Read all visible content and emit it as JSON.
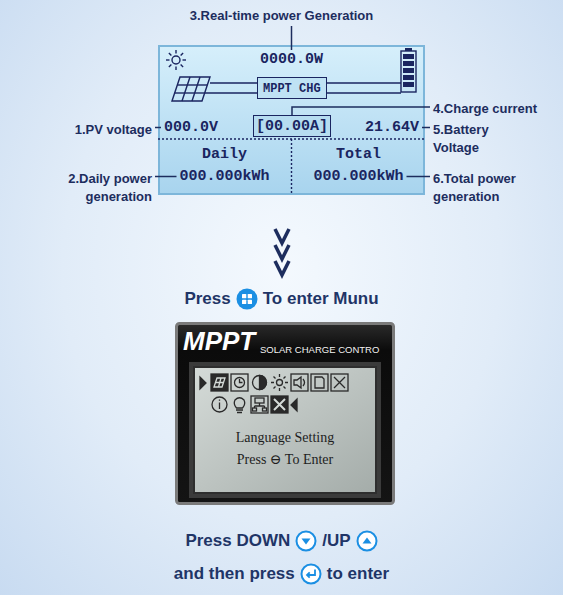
{
  "diagram": {
    "nodes": [
      {
        "text": [
          "0000.0W",
          "000.0V",
          "21.64V",
          "Daily",
          "Total",
          "000.000kWh",
          "000.000kWh"
        ]
      },
      {
        "text": [
          "MPPT CHG"
        ],
        "in": 0
      },
      {
        "text": [
          "[00.00A]"
        ],
        "in": 0
      },
      {
        "text": [
          "MPPT",
          "SOLAR CHARGE CONTRO"
        ]
      },
      {
        "text": [
          "Language Setting",
          "Press ⊖ To Enter"
        ],
        "in": 3
      }
    ],
    "labels": [
      "3.Real-time power Generation",
      "4.Charge current",
      "1.PV voltage",
      "5.Battery Voltage",
      "2.Daily power generation",
      "6.Total power generation",
      "Press",
      "To enter Munu",
      "Press DOWN",
      "/UP",
      "and then press",
      "to enter"
    ]
  }
}
